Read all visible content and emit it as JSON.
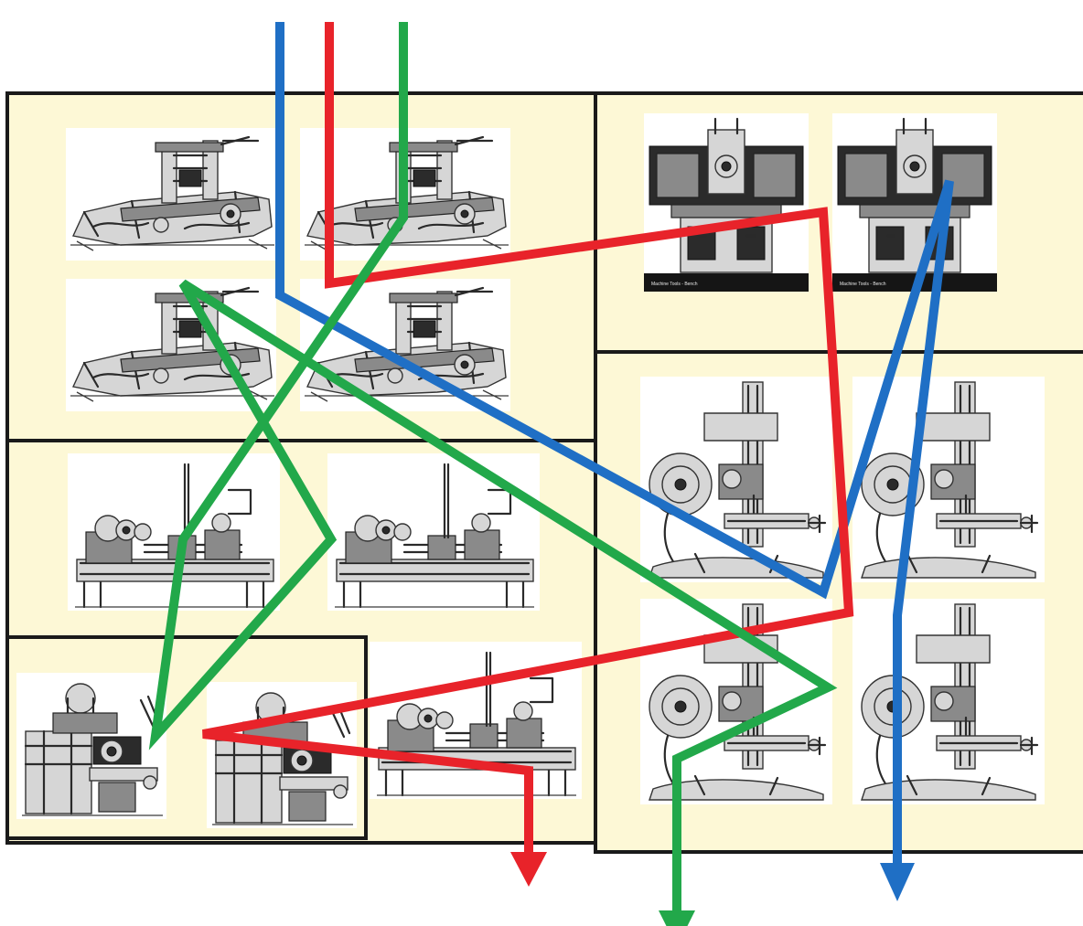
{
  "diagram": {
    "type": "process-layout-flow",
    "departments": [
      {
        "id": "planer-department",
        "machine_type": "planer",
        "machine_count": 4
      },
      {
        "id": "lathe-department",
        "machine_type": "lathe",
        "machine_count": 3
      },
      {
        "id": "milling-department",
        "machine_type": "milling-machine",
        "machine_count": 2
      },
      {
        "id": "grinder-department",
        "machine_type": "grinder",
        "machine_count": 2
      },
      {
        "id": "drill-department",
        "machine_type": "drill-press",
        "machine_count": 4
      }
    ],
    "flows": [
      {
        "id": "blue-flow",
        "color": "#1f6fc5",
        "sequence": [
          "planer-department",
          "drill-department",
          "grinder-department",
          "drill-department",
          "exit"
        ]
      },
      {
        "id": "red-flow",
        "color": "#e8232a",
        "sequence": [
          "planer-department",
          "grinder-department",
          "drill-department",
          "milling-department",
          "lathe-department",
          "exit"
        ]
      },
      {
        "id": "green-flow",
        "color": "#22a84a",
        "sequence": [
          "planer-department",
          "lathe-department",
          "milling-department",
          "lathe-department",
          "planer-department",
          "drill-department",
          "exit"
        ]
      }
    ]
  },
  "caption_strips": [
    "Machine Tools - Bench",
    "Machine Tools - Bench"
  ]
}
